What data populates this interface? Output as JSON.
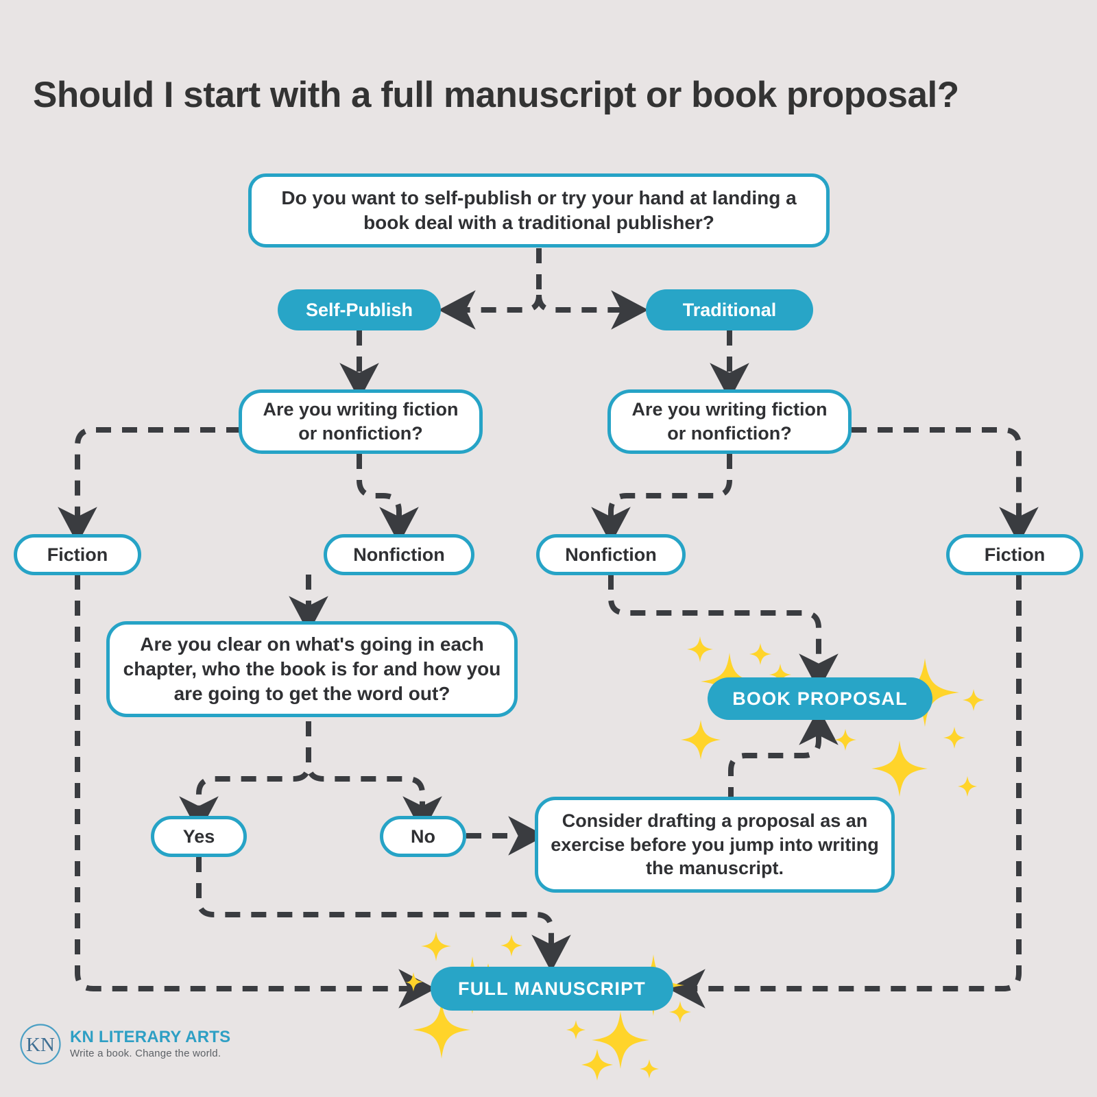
{
  "page": {
    "title": "Should I start with a full manuscript or book proposal?",
    "background_color": "#e8e4e4",
    "accent_color": "#28a5c7",
    "line_color": "#3a3c40",
    "sparkle_color": "#ffd42a",
    "text_color": "#2f3033"
  },
  "flowchart": {
    "type": "decision-flowchart",
    "nodes": [
      {
        "id": "q-start",
        "kind": "question",
        "label": "Do you want to self-publish or try your hand at landing a book deal with a traditional publisher?"
      },
      {
        "id": "opt-self",
        "kind": "option-teal",
        "label": "Self-Publish"
      },
      {
        "id": "opt-trad",
        "kind": "option-teal",
        "label": "Traditional"
      },
      {
        "id": "q-genre-left",
        "kind": "question",
        "label": "Are you writing fiction or nonfiction?"
      },
      {
        "id": "q-genre-right",
        "kind": "question",
        "label": "Are you writing fiction or nonfiction?"
      },
      {
        "id": "sp-fiction",
        "kind": "option",
        "label": "Fiction"
      },
      {
        "id": "sp-nonfiction",
        "kind": "option",
        "label": "Nonfiction"
      },
      {
        "id": "tr-nonfiction",
        "kind": "option",
        "label": "Nonfiction"
      },
      {
        "id": "tr-fiction",
        "kind": "option",
        "label": "Fiction"
      },
      {
        "id": "q-clear",
        "kind": "question",
        "label": "Are you clear on what's going in each chapter, who the book is for and how you are going to get the word out?"
      },
      {
        "id": "ans-yes",
        "kind": "option",
        "label": "Yes"
      },
      {
        "id": "ans-no",
        "kind": "option",
        "label": "No"
      },
      {
        "id": "advice",
        "kind": "question",
        "label": "Consider drafting a proposal as an exercise before you jump into writing the manuscript."
      },
      {
        "id": "out-proposal",
        "kind": "outcome",
        "label": "BOOK PROPOSAL"
      },
      {
        "id": "out-manuscript",
        "kind": "outcome",
        "label": "FULL MANUSCRIPT"
      }
    ],
    "edges": [
      {
        "from": "q-start",
        "to": "opt-self"
      },
      {
        "from": "q-start",
        "to": "opt-trad"
      },
      {
        "from": "opt-self",
        "to": "q-genre-left"
      },
      {
        "from": "opt-trad",
        "to": "q-genre-right"
      },
      {
        "from": "q-genre-left",
        "to": "sp-fiction"
      },
      {
        "from": "q-genre-left",
        "to": "sp-nonfiction"
      },
      {
        "from": "q-genre-right",
        "to": "tr-nonfiction"
      },
      {
        "from": "q-genre-right",
        "to": "tr-fiction"
      },
      {
        "from": "sp-fiction",
        "to": "out-manuscript"
      },
      {
        "from": "sp-nonfiction",
        "to": "q-clear"
      },
      {
        "from": "q-clear",
        "to": "ans-yes"
      },
      {
        "from": "q-clear",
        "to": "ans-no"
      },
      {
        "from": "ans-yes",
        "to": "out-manuscript"
      },
      {
        "from": "ans-no",
        "to": "advice"
      },
      {
        "from": "advice",
        "to": "out-proposal"
      },
      {
        "from": "tr-nonfiction",
        "to": "out-proposal"
      },
      {
        "from": "tr-fiction",
        "to": "out-manuscript"
      }
    ]
  },
  "logo": {
    "monogram": "KN",
    "name": "KN LITERARY ARTS",
    "tagline": "Write a book. Change the world."
  }
}
